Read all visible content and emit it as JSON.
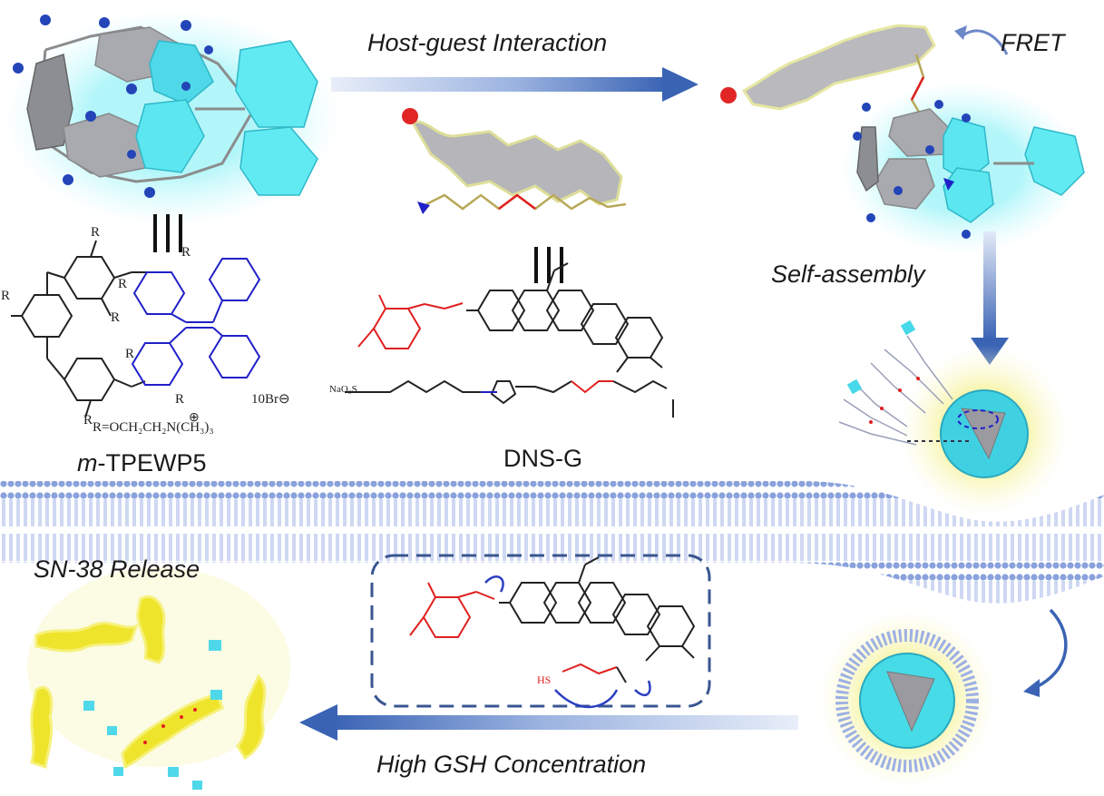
{
  "labels": {
    "host_guest": "Host-guest Interaction",
    "fret": "FRET",
    "self_assembly": "Self-assembly",
    "sn38_release": "SN-38 Release",
    "high_gsh": "High GSH Concentration",
    "host_name_prefix": "m",
    "host_name_rest": "-TPEWP5",
    "guest_name": "DNS-G",
    "equiv_symbol": "III",
    "r_definition": "R=OCH₂CH₂N(CH₃)₃",
    "charge_symbol": "⊕",
    "counterion": "10Br",
    "counterion_charge": "⊖",
    "r_group": "R",
    "naso3s": "NaO₃S",
    "hs_label": "HS"
  },
  "colors": {
    "arrow_blue": "#3a63b4",
    "membrane": "#8fa6de",
    "cyan": "#47e2ee",
    "yellow": "#f1e52a",
    "gray_ring": "#a7a7ad",
    "red_group": "#e02020",
    "blue_tpe": "#2020c8"
  }
}
